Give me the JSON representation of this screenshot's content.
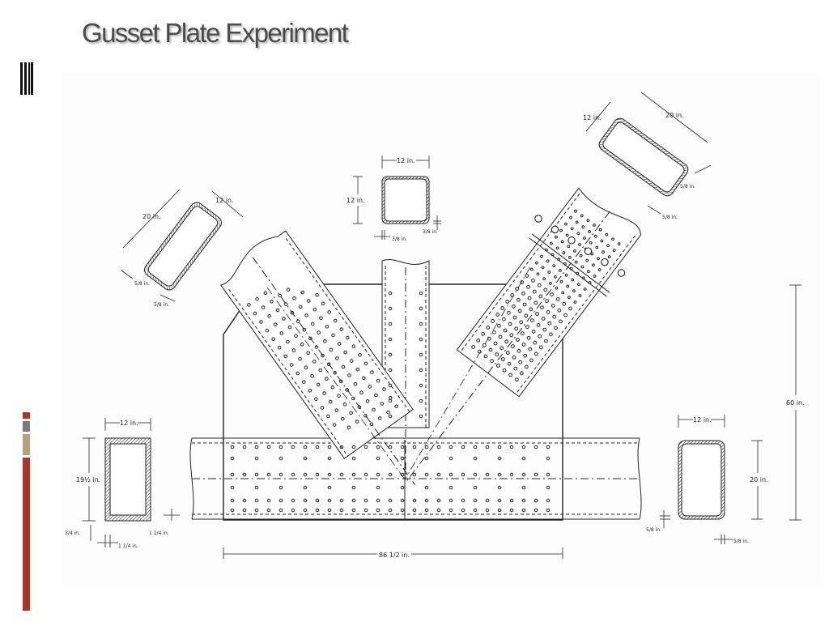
{
  "slide": {
    "title": "Gusset Plate Experiment"
  },
  "colors": {
    "title_text": "#4b4b4b",
    "accent_red": "#a8342a",
    "accent_gray": "#7a7a7a",
    "accent_tan": "#b5a27f",
    "ink": "#222222",
    "paper": "#fdfdfd"
  },
  "diagram": {
    "labels": {
      "top_left_width": "20 in.",
      "top_left_depth": "12 in.",
      "top_left_wall": "5/8 in.",
      "top_left_wall2": "5/8 in.",
      "top_center_width": "12 in.",
      "top_center_height": "12 in.",
      "top_center_wall": "3/8 in.",
      "top_center_wall2": "3/8 in.",
      "top_right_width": "20 in.",
      "top_right_depth": "12 in.",
      "top_right_wall": "5/8 in.",
      "top_right_wall2": "5/8 in.",
      "bottom_left_width": "12 in.",
      "bottom_left_height": "19½ in.",
      "bottom_left_flange_a": "3/4 in.",
      "bottom_left_flange_b": "1 1/4 in.",
      "bottom_left_flange_c": "1 1/4 in.",
      "bottom_right_width": "12 in.",
      "bottom_right_height": "20 in.",
      "bottom_right_wall_a": "5/8 in.",
      "bottom_right_wall_b": "5/8 in.",
      "overall_height": "60 in.",
      "gusset_length": "86 1/2 in."
    }
  }
}
